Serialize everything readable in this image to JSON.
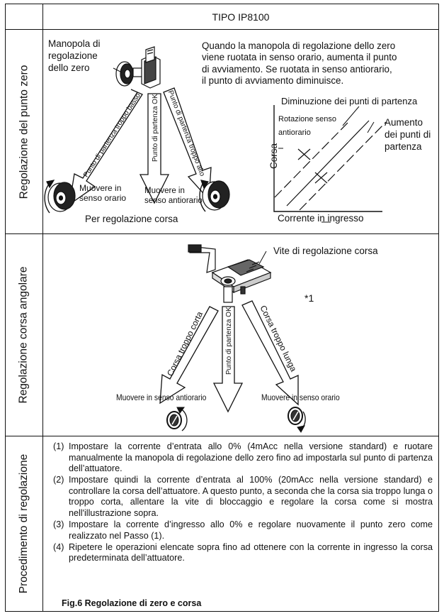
{
  "header": {
    "title": "TIPO IP8100"
  },
  "rows": {
    "zero": {
      "label": "Regolazione del punto zero",
      "knob_label": [
        "Manopola di",
        "regolazione",
        "dello zero"
      ],
      "description": [
        "Quando la manopola di regolazione dello zero",
        "viene ruotata in senso orario, aumenta il punto",
        "di avviamento. Se ruotata in senso antiorario,",
        "il punto di avviamento diminuisce."
      ],
      "arrow_low": "Punto di partenza troppo basso",
      "arrow_ok": "Punto di partenza OK",
      "arrow_high": "Punto di partenza troppo alto",
      "move_cw": [
        "Muovere in",
        "senso orario"
      ],
      "move_ccw": [
        "Muovere in",
        "senso antiorario"
      ],
      "per_corsa": "Per regolazione corsa",
      "graph": {
        "decrease": "Diminuzione dei punti di partenza",
        "rotation": [
          "Rotazione senso",
          "antiorario"
        ],
        "increase": [
          "Aumento",
          "dei punti di",
          "partenza"
        ],
        "ylabel": "Corsa",
        "xlabel": "Corrente in ingresso"
      }
    },
    "angle": {
      "label": "Regolazione corsa angolare",
      "screw_label": "Vite di regolazione corsa",
      "footnote": "*1",
      "arrow_short": "Corsa troppo corta",
      "arrow_ok": "Punto di partenza OK",
      "arrow_long": "Corsa troppo lunga",
      "move_ccw": "Muovere in senso antiorario",
      "move_cw": "Muovere in senso orario"
    },
    "procedure": {
      "label": "Procedimento di regolazione",
      "steps": [
        {
          "num": "(1)",
          "text": "Impostare la corrente d’entrata allo 0% (4mAcc nella versione standard) e ruotare manualmente la manopola di regolazione dello zero fino ad impostarla sul punto di partenza dell’attuatore."
        },
        {
          "num": "(2)",
          "text": "Impostare quindi la corrente d’entrata al 100% (20mAcc nella versione standard) e controllare la corsa dell’attuatore. A questo punto, a seconda che la corsa sia troppo lunga o troppo corta, allentare la vite di bloccaggio e regolare la corsa come si mostra nell'illustrazione sopra."
        },
        {
          "num": "(3)",
          "text": "Impostare la corrente d’ingresso allo 0% e regolare nuovamente il punto zero come realizzato nel Passo (1)."
        },
        {
          "num": "(4)",
          "text": "Ripetere le operazioni elencate sopra fino ad ottenere con la corrente in ingresso la corsa predeterminata dell’attuatore."
        }
      ],
      "caption": "Fig.6 Regolazione di zero e corsa"
    }
  }
}
